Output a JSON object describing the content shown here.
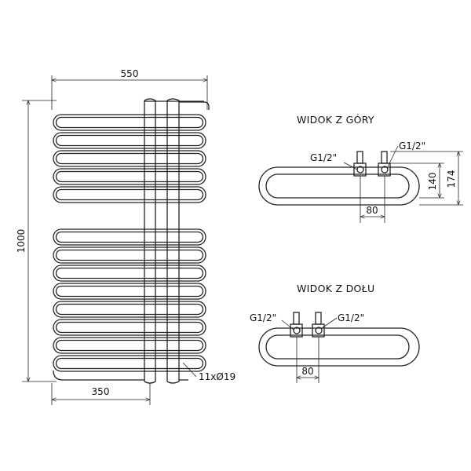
{
  "dimensions": {
    "total_width": "550",
    "total_height": "1000",
    "lower_width": "350",
    "tubes": "11xØ19"
  },
  "top_view": {
    "title": "WIDOK Z GÓRY",
    "connector_left": "G1/2\"",
    "connector_right": "G1/2\"",
    "spacing": "80",
    "depth_inner": "140",
    "depth_outer": "174"
  },
  "bottom_view": {
    "title": "WIDOK Z DOŁU",
    "connector_left": "G1/2\"",
    "connector_right": "G1/2\"",
    "spacing": "80"
  }
}
